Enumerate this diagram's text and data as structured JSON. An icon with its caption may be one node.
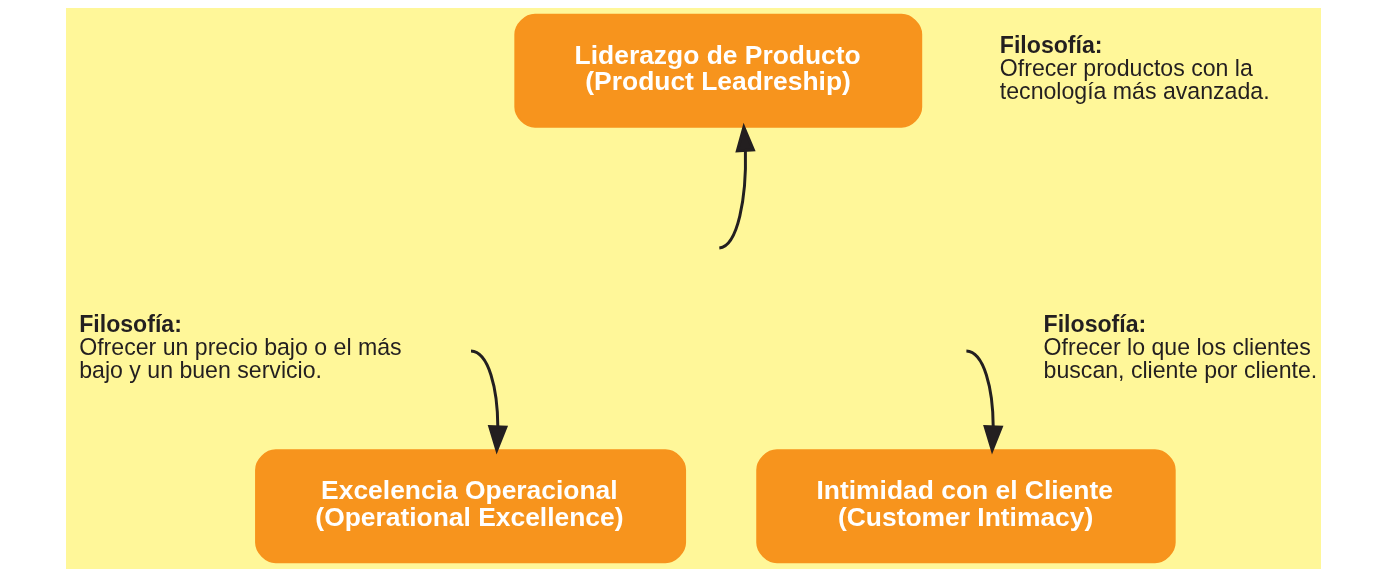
{
  "diagram": {
    "nodes": [
      {
        "text": [
          "Liderazgo de Producto (Product Leadreship)"
        ],
        "beside": [
          "Filosofía:",
          "Ofrecer productos con la tecnología más avanzada."
        ]
      },
      {
        "text": [
          "Excelencia Operacional (Operational Excellence)"
        ],
        "beside": [
          "Filosofía:",
          "Ofrecer un precio bajo o el más bajo y un buen servicio."
        ]
      },
      {
        "text": [
          "Intimidad con el Cliente (Customer Intimacy)"
        ],
        "beside": [
          "Filosofía:",
          "Ofrecer lo que los clientes buscan, cliente por cliente."
        ]
      }
    ],
    "edges": [
      {
        "from": null,
        "to": 0,
        "arrow": "to"
      },
      {
        "from": null,
        "to": 1,
        "arrow": "to"
      },
      {
        "from": null,
        "to": 2,
        "arrow": "to"
      }
    ]
  }
}
